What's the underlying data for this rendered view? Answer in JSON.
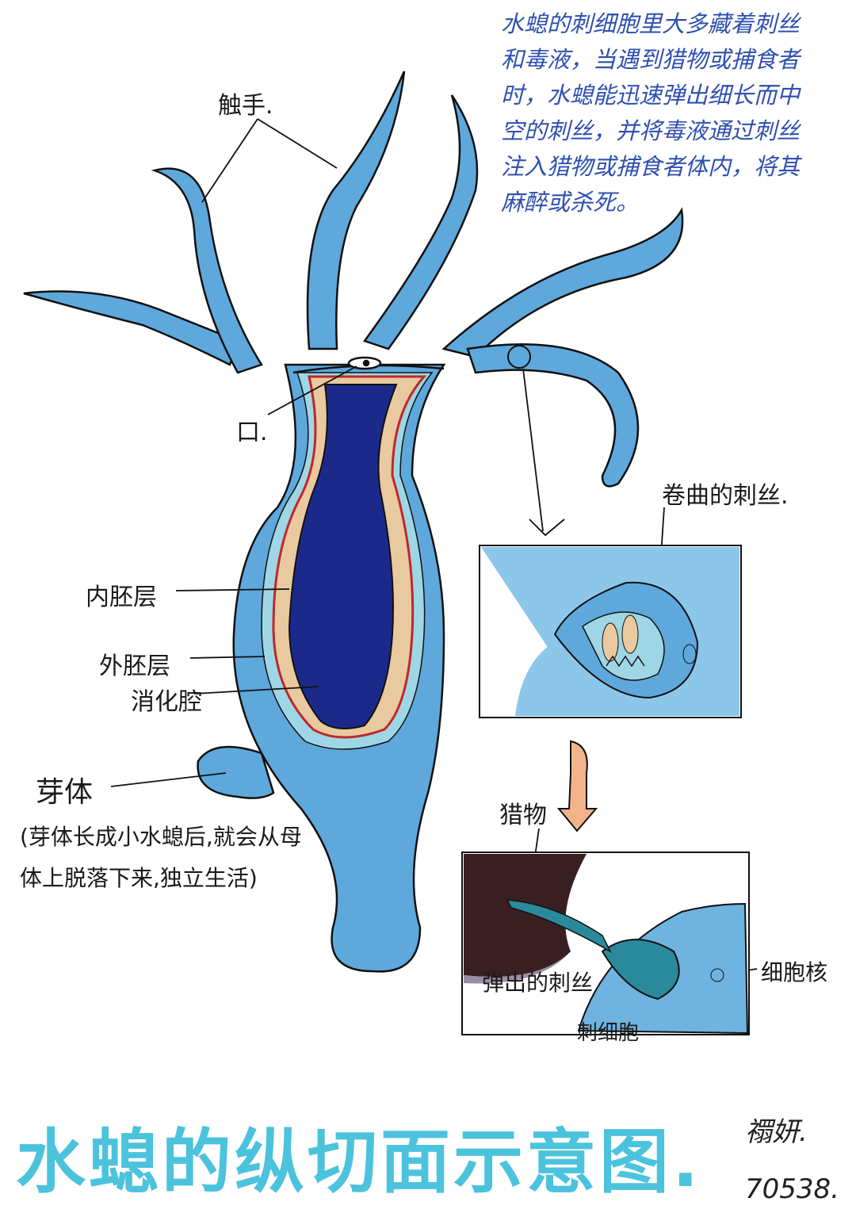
{
  "description_text": "水螅的刺细胞里大多藏着刺丝和毒液，当遇到猎物或捕食者时，水螅能迅速弹出细长而中空的刺丝，并将毒液通过刺丝注入猎物或捕食者体内，将其麻醉或杀死。",
  "labels": {
    "tentacle": "触手.",
    "mouth": "口.",
    "coiled_thread": "卷曲的刺丝.",
    "endoderm": "内胚层",
    "ectoderm": "外胚层",
    "digestive_cavity": "消化腔",
    "bud": "芽体",
    "bud_note": "(芽体长成小水螅后,就会从母体上脱落下来,独立生活)",
    "prey": "猎物",
    "ejected_thread": "弹出的刺丝",
    "cnidocyte": "刺细胞",
    "nucleus": "细胞核"
  },
  "title": "水螅的纵切面示意图.",
  "signature": {
    "name": "禤妍.",
    "id": "70538."
  },
  "colors": {
    "body": "#5ea8dc",
    "cavity": "#1b2a8a",
    "endoderm": "#e9c9a0",
    "ectoderm_line": "#c0282a",
    "title": "#4cc3dc",
    "text": "#2f4fb0",
    "prey": "#3a1f22"
  }
}
